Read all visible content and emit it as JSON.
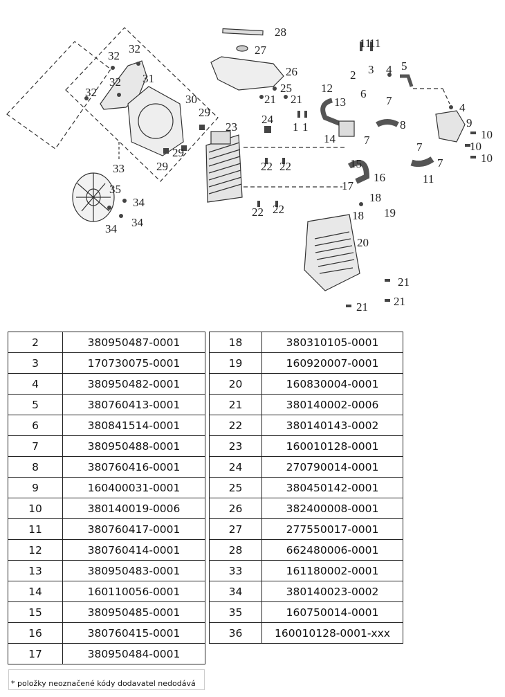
{
  "diagram": {
    "callouts": [
      "28",
      "27",
      "11",
      "11",
      "2",
      "3",
      "4",
      "5",
      "26",
      "32",
      "32",
      "31",
      "32",
      "32",
      "30",
      "29",
      "25",
      "21",
      "21",
      "12",
      "6",
      "7",
      "13",
      "4",
      "24",
      "1",
      "1",
      "23",
      "8",
      "9",
      "10",
      "10",
      "10",
      "14",
      "7",
      "7",
      "7",
      "11",
      "22",
      "22",
      "29",
      "29",
      "33",
      "15",
      "16",
      "17",
      "35",
      "34",
      "34",
      "34",
      "18",
      "18",
      "19",
      "22",
      "22",
      "20",
      "21",
      "21",
      "21"
    ]
  },
  "table_left": [
    [
      "2",
      "380950487-0001"
    ],
    [
      "3",
      "170730075-0001"
    ],
    [
      "4",
      "380950482-0001"
    ],
    [
      "5",
      "380760413-0001"
    ],
    [
      "6",
      "380841514-0001"
    ],
    [
      "7",
      "380950488-0001"
    ],
    [
      "8",
      "380760416-0001"
    ],
    [
      "9",
      "160400031-0001"
    ],
    [
      "10",
      "380140019-0006"
    ],
    [
      "11",
      "380760417-0001"
    ],
    [
      "12",
      "380760414-0001"
    ],
    [
      "13",
      "380950483-0001"
    ],
    [
      "14",
      "160110056-0001"
    ],
    [
      "15",
      "380950485-0001"
    ],
    [
      "16",
      "380760415-0001"
    ],
    [
      "17",
      "380950484-0001"
    ]
  ],
  "table_right": [
    [
      "18",
      "380310105-0001"
    ],
    [
      "19",
      "160920007-0001"
    ],
    [
      "20",
      "160830004-0001"
    ],
    [
      "21",
      "380140002-0006"
    ],
    [
      "22",
      "380140143-0002"
    ],
    [
      "23",
      "160010128-0001"
    ],
    [
      "24",
      "270790014-0001"
    ],
    [
      "25",
      "380450142-0001"
    ],
    [
      "26",
      "382400008-0001"
    ],
    [
      "27",
      "277550017-0001"
    ],
    [
      "28",
      "662480006-0001"
    ],
    [
      "33",
      "161180002-0001"
    ],
    [
      "34",
      "380140023-0002"
    ],
    [
      "35",
      "160750014-0001"
    ],
    [
      "36",
      "160010128-0001-xxx"
    ]
  ],
  "note": "* položky neoznačené kódy dodavatel nedodává"
}
